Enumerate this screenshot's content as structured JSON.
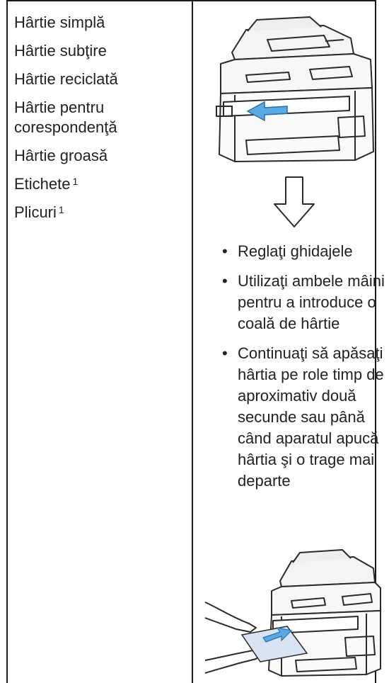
{
  "paper_types": [
    {
      "label": "Hârtie simplă",
      "note": ""
    },
    {
      "label": "Hârtie subţire",
      "note": ""
    },
    {
      "label": "Hârtie reciclată",
      "note": ""
    },
    {
      "label": "Hârtie pentru corespondenţă",
      "note": ""
    },
    {
      "label": "Hârtie groasă",
      "note": ""
    },
    {
      "label": "Etichete",
      "note": "1"
    },
    {
      "label": "Plicuri",
      "note": "1"
    }
  ],
  "instructions": [
    "Reglaţi ghidajele",
    "Utilizaţi ambele mâini pentru a introduce o coală de hârtie",
    "Continuaţi să apăsaţi hârtia pe role timp de aproximativ două secunde sau până când aparatul apucă hârtia şi o trage mai departe"
  ],
  "bullet_char": "•",
  "icons": {
    "step_arrow": "down-arrow-icon",
    "printer_top": "printer-guides-illustration",
    "printer_bottom": "printer-hands-illustration"
  }
}
